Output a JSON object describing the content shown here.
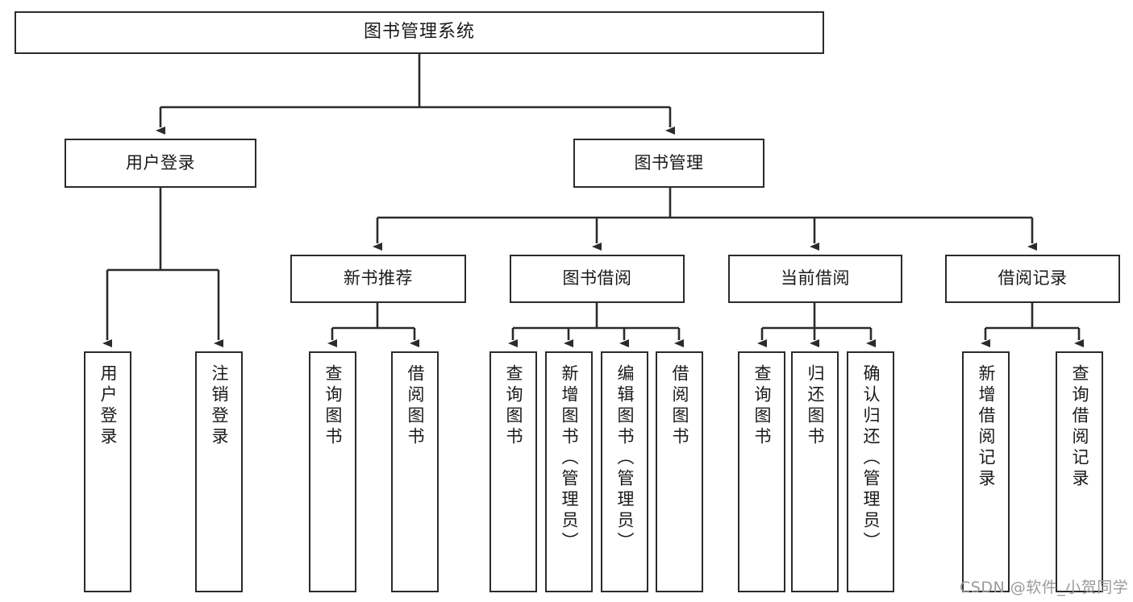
{
  "diagram": {
    "title": "图书管理系统",
    "type": "hierarchy-tree",
    "root": {
      "label": "图书管理系统"
    },
    "level2": [
      {
        "label": "用户登录"
      },
      {
        "label": "图书管理"
      }
    ],
    "level3": [
      {
        "label": "新书推荐"
      },
      {
        "label": "图书借阅"
      },
      {
        "label": "当前借阅"
      },
      {
        "label": "借阅记录"
      }
    ],
    "leaves": {
      "user_login": [
        {
          "label": "用户登录"
        },
        {
          "label": "注销登录"
        }
      ],
      "new_book_recommend": [
        {
          "label": "查询图书"
        },
        {
          "label": "借阅图书"
        }
      ],
      "book_borrow": [
        {
          "label": "查询图书"
        },
        {
          "label": "新增图书（管理员）"
        },
        {
          "label": "编辑图书（管理员）"
        },
        {
          "label": "借阅图书"
        }
      ],
      "current_borrow": [
        {
          "label": "查询图书"
        },
        {
          "label": "归还图书"
        },
        {
          "label": "确认归还（管理员）"
        }
      ],
      "borrow_record": [
        {
          "label": "新增借阅记录"
        },
        {
          "label": "查询借阅记录"
        }
      ]
    },
    "watermark": "CSDN @软件_小贺同学",
    "colors": {
      "border": "#2b2b2b",
      "background": "#ffffff",
      "text": "#1a1a1a",
      "watermark": "#9a9a9a"
    }
  }
}
